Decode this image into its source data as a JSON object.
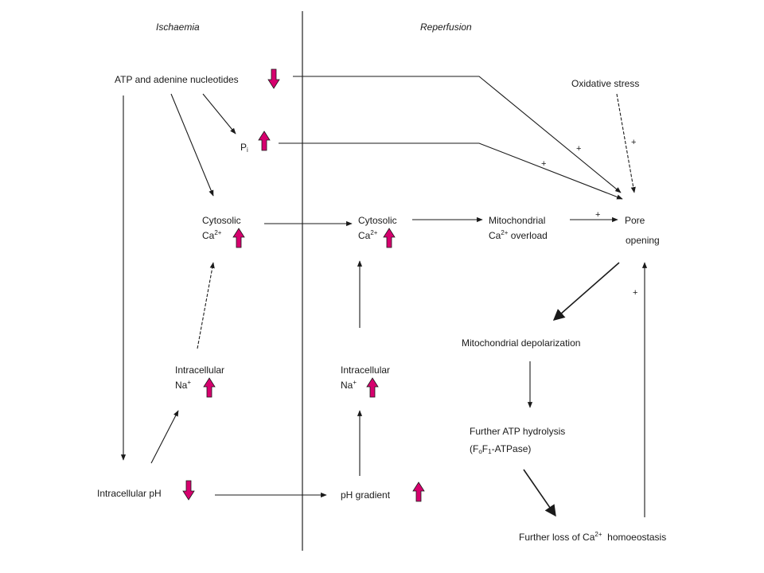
{
  "headers": {
    "left": "Ischaemia",
    "right": "Reperfusion"
  },
  "labels": {
    "atp": "ATP and adenine nucleotides",
    "pi_main": "P",
    "pi_sub": "i",
    "cyto_left_line1": "Cytosolic",
    "cyto_left_ca": "Ca",
    "cyto_left_sup": "2+",
    "cyto_right_line1": "Cytosolic",
    "cyto_right_ca": "Ca",
    "cyto_right_sup": "2+",
    "mito_line1": "Mitochondrial",
    "mito_ca": "Ca",
    "mito_sup": "2+",
    "mito_rest": " overload",
    "pore_line1": "Pore",
    "pore_line2": "opening",
    "oxidative": "Oxidative stress",
    "na_left_line1": "Intracellular",
    "na_left_na": "Na",
    "na_left_sup": "+",
    "na_right_line1": "Intracellular",
    "na_right_na": "Na",
    "na_right_sup": "+",
    "ph_left": "Intracellular pH",
    "ph_right": "pH gradient",
    "depol": "Mitochondrial depolarization",
    "hydro_line1": "Further ATP hydrolysis",
    "hydro_open": "(F",
    "hydro_sub0": "o",
    "hydro_f": "F",
    "hydro_sub1": "1",
    "hydro_rest": "-ATPase)",
    "loss_pre": "Further loss of Ca",
    "loss_sup": "2+",
    "loss_post": "  homoeostasis"
  },
  "plus_signs": [
    "+",
    "+",
    "+",
    "+",
    "+"
  ],
  "indicators": {
    "color": "#d6006e",
    "atp": "down",
    "pi": "up",
    "cyto_left": "up",
    "cyto_right": "up",
    "na_left": "up",
    "na_right": "up",
    "ph_left": "down",
    "ph_right": "up"
  }
}
